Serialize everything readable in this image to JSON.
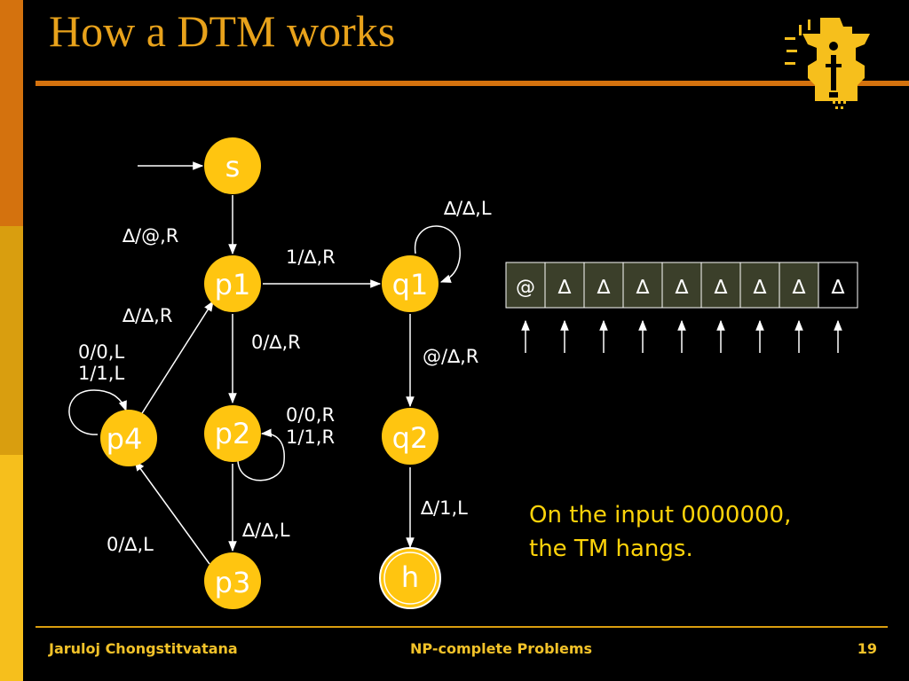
{
  "slide": {
    "title": "How a DTM works",
    "note": {
      "line1": "On the input 0000000,",
      "line2": "the TM hangs."
    }
  },
  "footer": {
    "author": "Jaruloj Chongstitvatana",
    "course": "NP-complete Problems",
    "page": "19"
  },
  "colors": {
    "state_fill": "#ffc510",
    "accent_orange": "#d4720e",
    "accent_gold": "#d99e0f",
    "tape_cell": "#3b3f2a",
    "text": "#ffffff",
    "note_text": "#ffd40a"
  },
  "diagram": {
    "states": {
      "s": "s",
      "p1": "p1",
      "p2": "p2",
      "p3": "p3",
      "p4": "p4",
      "q1": "q1",
      "q2": "q2",
      "h": "h"
    },
    "transitions": {
      "s_p1": "∆/@,R",
      "p1_q1": "1/∆,R",
      "q1_loop": "∆/∆,L",
      "q1_q2": "@/∆,R",
      "q2_h": "∆/1,L",
      "p1_p2": "0/∆,R",
      "p2_loop_a": "0/0,R",
      "p2_loop_b": "1/1,R",
      "p2_p3": "∆/∆,L",
      "p3_p4": "0/∆,L",
      "p4_p1": "∆/∆,R",
      "p4_loop_a": "0/0,L",
      "p4_loop_b": "1/1,L"
    },
    "tape": [
      "@",
      "∆",
      "∆",
      "∆",
      "∆",
      "∆",
      "∆",
      "∆",
      "∆"
    ]
  },
  "icons": [
    "logo-icon",
    "arrow-icon"
  ]
}
